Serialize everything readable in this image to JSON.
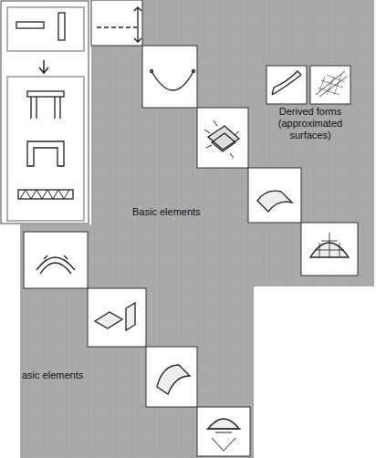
{
  "diagram": {
    "labels": [
      "Derived forms (approximated surfaces)",
      "Basic elements",
      "asic elements"
    ]
  }
}
